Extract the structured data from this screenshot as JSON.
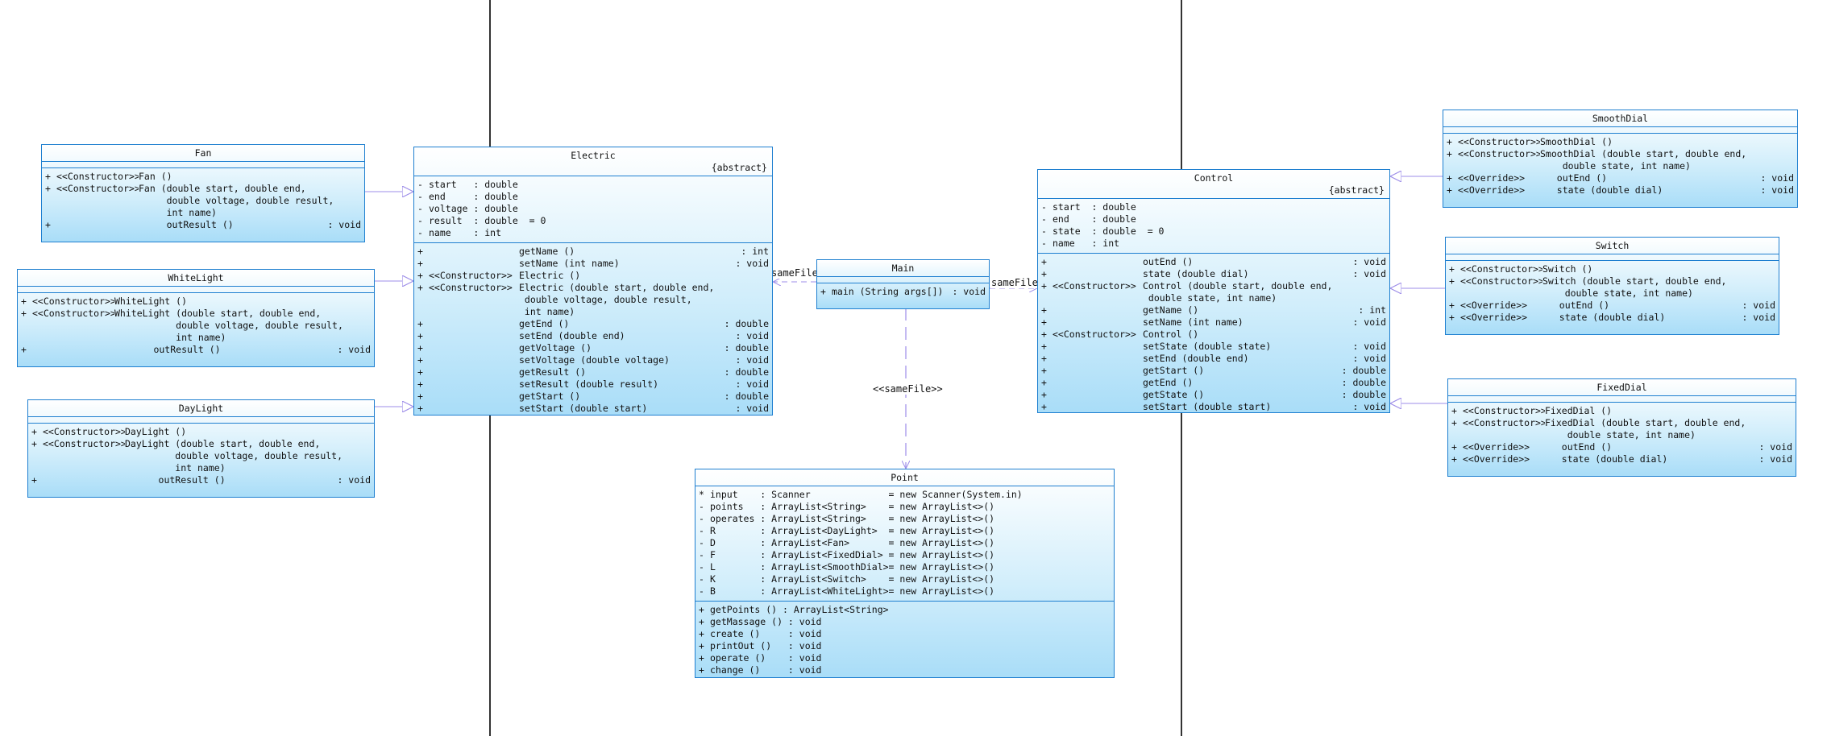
{
  "colors": {
    "border": "#1e7fd0",
    "edge": "#9c8ce8",
    "divider": "#333333"
  },
  "relations": {
    "main_electric": "sameFile",
    "main_control": "sameFile",
    "main_point": "<<sameFile>>"
  },
  "classes": {
    "fan": {
      "name": "Fan",
      "stereo": "",
      "attrs": [],
      "ops": [
        [
          "+",
          "<<Constructor>>",
          "Fan ()",
          ""
        ],
        [
          "+",
          "<<Constructor>>",
          "Fan (double start, double end,",
          ""
        ],
        [
          "",
          "",
          "     double voltage, double result,",
          ""
        ],
        [
          "",
          "",
          "     int name)",
          ""
        ],
        [
          "+",
          "",
          "     outResult ()",
          ": void"
        ]
      ]
    },
    "whitelight": {
      "name": "WhiteLight",
      "stereo": "",
      "attrs": [],
      "ops": [
        [
          "+",
          "<<Constructor>>",
          "WhiteLight ()",
          ""
        ],
        [
          "+",
          "<<Constructor>>",
          "WhiteLight (double start, double end,",
          ""
        ],
        [
          "",
          "",
          "           double voltage, double result,",
          ""
        ],
        [
          "",
          "",
          "           int name)",
          ""
        ],
        [
          "+",
          "",
          "       outResult ()",
          ": void"
        ]
      ]
    },
    "daylight": {
      "name": "DayLight",
      "stereo": "",
      "attrs": [],
      "ops": [
        [
          "+",
          "<<Constructor>>",
          "DayLight ()",
          ""
        ],
        [
          "+",
          "<<Constructor>>",
          "DayLight (double start, double end,",
          ""
        ],
        [
          "",
          "",
          "         double voltage, double result,",
          ""
        ],
        [
          "",
          "",
          "         int name)",
          ""
        ],
        [
          "+",
          "",
          "      outResult ()",
          ": void"
        ]
      ]
    },
    "electric": {
      "name": "Electric",
      "stereo": "{abstract}",
      "attrs": [
        [
          "-",
          "start   : double"
        ],
        [
          "-",
          "end     : double"
        ],
        [
          "-",
          "voltage : double"
        ],
        [
          "-",
          "result  : double  = 0"
        ],
        [
          "-",
          "name    : int"
        ]
      ],
      "ops": [
        [
          "+",
          "",
          "getName ()",
          ": int"
        ],
        [
          "+",
          "",
          "setName (int name)",
          ": void"
        ],
        [
          "+",
          "<<Constructor>>",
          "Electric ()",
          ""
        ],
        [
          "+",
          "<<Constructor>>",
          "Electric (double start, double end,",
          ""
        ],
        [
          "",
          "",
          " double voltage, double result,",
          ""
        ],
        [
          "",
          "",
          " int name)",
          ""
        ],
        [
          "+",
          "",
          "getEnd ()",
          ": double"
        ],
        [
          "+",
          "",
          "setEnd (double end)",
          ": void"
        ],
        [
          "+",
          "",
          "getVoltage ()",
          ": double"
        ],
        [
          "+",
          "",
          "setVoltage (double voltage)",
          ": void"
        ],
        [
          "+",
          "",
          "getResult ()",
          ": double"
        ],
        [
          "+",
          "",
          "setResult (double result)",
          ": void"
        ],
        [
          "+",
          "",
          "getStart ()",
          ": double"
        ],
        [
          "+",
          "",
          "setStart (double start)",
          ": void"
        ]
      ]
    },
    "main": {
      "name": "Main",
      "stereo": "",
      "attrs": [],
      "ops": [
        [
          "+",
          "",
          "main (String args[])",
          ": void"
        ]
      ]
    },
    "control": {
      "name": "Control",
      "stereo": "{abstract}",
      "attrs": [
        [
          "-",
          "start  : double"
        ],
        [
          "-",
          "end    : double"
        ],
        [
          "-",
          "state  : double  = 0"
        ],
        [
          "-",
          "name   : int"
        ]
      ],
      "ops": [
        [
          "+",
          "",
          "outEnd ()",
          ": void"
        ],
        [
          "+",
          "",
          "state (double dial)",
          ": void"
        ],
        [
          "+",
          "<<Constructor>>",
          "Control (double start, double end,",
          ""
        ],
        [
          "",
          "",
          " double state, int name)",
          ""
        ],
        [
          "+",
          "",
          "getName ()",
          ": int"
        ],
        [
          "+",
          "",
          "setName (int name)",
          ": void"
        ],
        [
          "+",
          "<<Constructor>>",
          "Control ()",
          ""
        ],
        [
          "+",
          "",
          "setState (double state)",
          ": void"
        ],
        [
          "+",
          "",
          "setEnd (double end)",
          ": void"
        ],
        [
          "+",
          "",
          "getStart ()",
          ": double"
        ],
        [
          "+",
          "",
          "getEnd ()",
          ": double"
        ],
        [
          "+",
          "",
          "getState ()",
          ": double"
        ],
        [
          "+",
          "",
          "setStart (double start)",
          ": void"
        ]
      ]
    },
    "smoothdial": {
      "name": "SmoothDial",
      "stereo": "",
      "attrs": [],
      "ops": [
        [
          "+",
          "<<Constructor>>",
          "SmoothDial ()",
          ""
        ],
        [
          "+",
          "<<Constructor>>",
          "SmoothDial (double start, double end,",
          ""
        ],
        [
          "",
          "",
          "    double state, int name)",
          ""
        ],
        [
          "+",
          "<<Override>>",
          "   outEnd ()",
          ": void"
        ],
        [
          "+",
          "<<Override>>",
          "   state (double dial)",
          ": void"
        ]
      ]
    },
    "switch": {
      "name": "Switch",
      "stereo": "",
      "attrs": [],
      "ops": [
        [
          "+",
          "<<Constructor>>",
          "Switch ()",
          ""
        ],
        [
          "+",
          "<<Constructor>>",
          "Switch (double start, double end,",
          ""
        ],
        [
          "",
          "",
          "    double state, int name)",
          ""
        ],
        [
          "+",
          "<<Override>>",
          "   outEnd ()",
          ": void"
        ],
        [
          "+",
          "<<Override>>",
          "   state (double dial)",
          ": void"
        ]
      ]
    },
    "fixeddial": {
      "name": "FixedDial",
      "stereo": "",
      "attrs": [],
      "ops": [
        [
          "+",
          "<<Constructor>>",
          "FixedDial ()",
          ""
        ],
        [
          "+",
          "<<Constructor>>",
          "FixedDial (double start, double end,",
          ""
        ],
        [
          "",
          "",
          "    double state, int name)",
          ""
        ],
        [
          "+",
          "<<Override>>",
          "   outEnd ()",
          ": void"
        ],
        [
          "+",
          "<<Override>>",
          "   state (double dial)",
          ": void"
        ]
      ]
    },
    "point": {
      "name": "Point",
      "stereo": "",
      "attrs": [
        [
          "*",
          "input    : Scanner              = new Scanner(System.in)"
        ],
        [
          "-",
          "points   : ArrayList<String>    = new ArrayList<>()"
        ],
        [
          "-",
          "operates : ArrayList<String>    = new ArrayList<>()"
        ],
        [
          "-",
          "R        : ArrayList<DayLight>  = new ArrayList<>()"
        ],
        [
          "-",
          "D        : ArrayList<Fan>       = new ArrayList<>()"
        ],
        [
          "-",
          "F        : ArrayList<FixedDial> = new ArrayList<>()"
        ],
        [
          "-",
          "L        : ArrayList<SmoothDial>= new ArrayList<>()"
        ],
        [
          "-",
          "K        : ArrayList<Switch>    = new ArrayList<>()"
        ],
        [
          "-",
          "B        : ArrayList<WhiteLight>= new ArrayList<>()"
        ]
      ],
      "ops": [
        [
          "+",
          "",
          "getPoints () : ArrayList<String>",
          ""
        ],
        [
          "+",
          "",
          "getMassage () : void",
          ""
        ],
        [
          "+",
          "",
          "create ()     : void",
          ""
        ],
        [
          "+",
          "",
          "printOut ()   : void",
          ""
        ],
        [
          "+",
          "",
          "operate ()    : void",
          ""
        ],
        [
          "+",
          "",
          "change ()     : void",
          ""
        ]
      ]
    }
  }
}
